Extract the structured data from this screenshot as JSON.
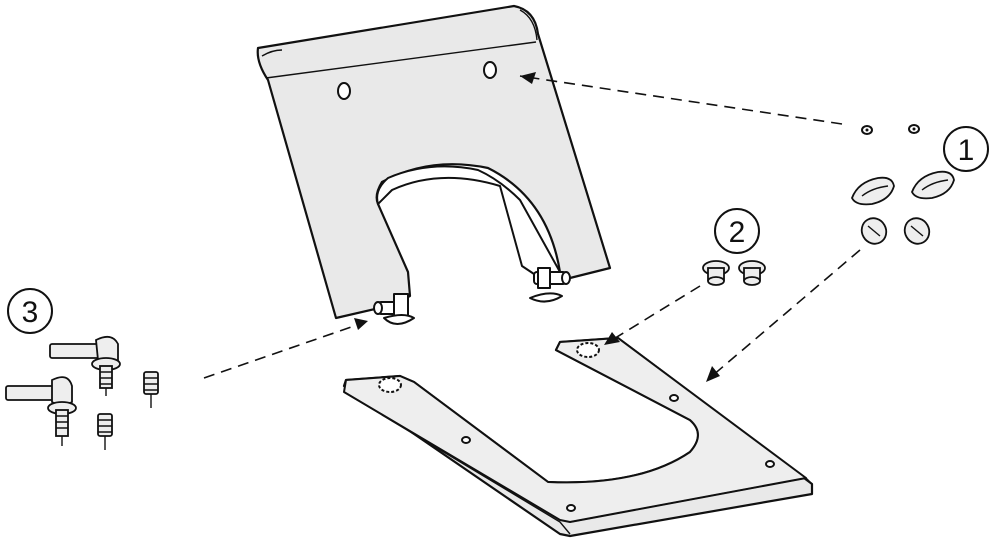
{
  "callouts": [
    {
      "id": "callout-1",
      "label": "1"
    },
    {
      "id": "callout-2",
      "label": "2"
    },
    {
      "id": "callout-3",
      "label": "3"
    }
  ],
  "colors": {
    "line": "#111111",
    "fill": "#e9e9e9",
    "background": "#ffffff"
  }
}
